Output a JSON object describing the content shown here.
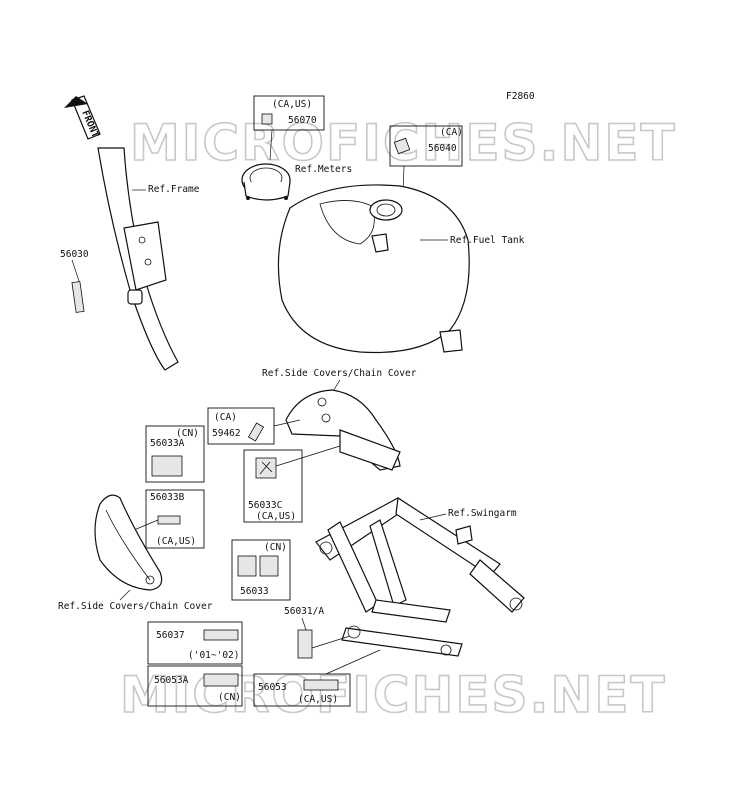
{
  "figure_code": "F2860",
  "front_arrow": "FRONT",
  "watermark": "MICROFICHES.NET",
  "refs": {
    "frame": "Ref.Frame",
    "meters": "Ref.Meters",
    "fuel_tank": "Ref.Fuel Tank",
    "side_covers_top": "Ref.Side Covers/Chain Cover",
    "side_covers_bottom": "Ref.Side Covers/Chain Cover",
    "swingarm": "Ref.Swingarm"
  },
  "parts": {
    "p56070": {
      "number": "56070",
      "region": "(CA,US)"
    },
    "p56040": {
      "number": "56040",
      "region": "(CA)"
    },
    "p56030": {
      "number": "56030"
    },
    "p59462": {
      "number": "59462",
      "region": "(CA)"
    },
    "p56033A": {
      "number": "56033A",
      "region": "(CN)"
    },
    "p56033B": {
      "number": "56033B",
      "region": "(CA,US)"
    },
    "p56033C": {
      "number": "56033C",
      "region": "(CA,US)"
    },
    "p56033": {
      "number": "56033",
      "region": "(CN)"
    },
    "p56031": {
      "number": "56031/A"
    },
    "p56037": {
      "number": "56037",
      "region": "('01~'02)"
    },
    "p56053A": {
      "number": "56053A",
      "region": "(CN)"
    },
    "p56053": {
      "number": "56053",
      "region": "(CA,US)"
    }
  }
}
